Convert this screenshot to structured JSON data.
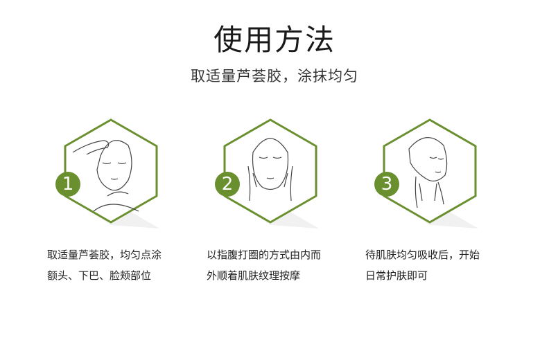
{
  "header": {
    "title": "使用方法",
    "subtitle": "取适量芦荟胶，涂抹均匀"
  },
  "accent_color": "#6a8f2e",
  "steps": [
    {
      "number": "1",
      "line1": "取适量芦荟胶，均匀点涂",
      "line2": "额头、下巴、脸颊部位"
    },
    {
      "number": "2",
      "line1": "以指腹打圈的方式由内而",
      "line2": "外顺着肌肤纹理按摩"
    },
    {
      "number": "3",
      "line1": "待肌肤均匀吸收后，开始",
      "line2": "日常护肤即可"
    }
  ]
}
